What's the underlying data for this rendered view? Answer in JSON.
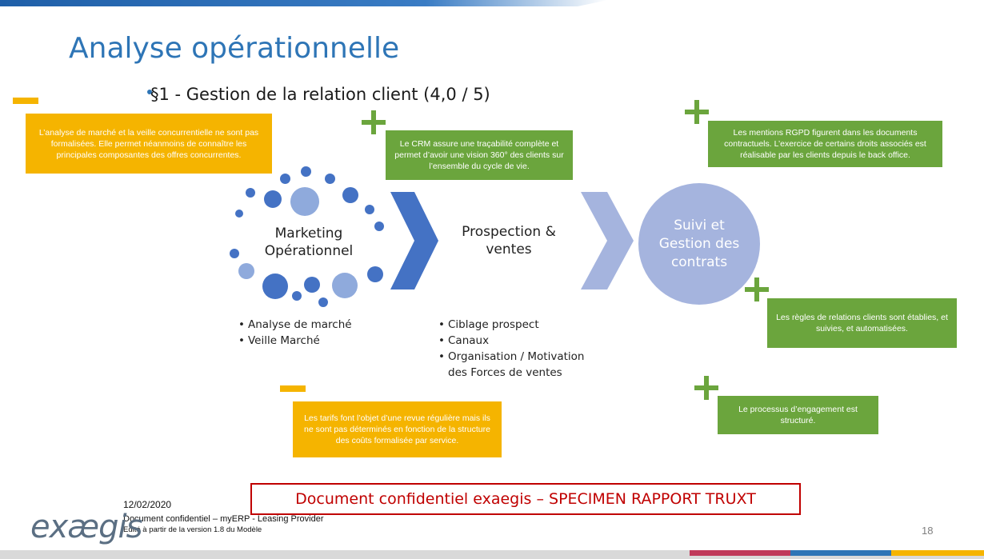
{
  "slide": {
    "title": "Analyse opérationnelle",
    "subtitle": "§1 - Gestion de la relation client (4,0 / 5)",
    "page_number": "18"
  },
  "stages": {
    "marketing": "Marketing Opérationnel",
    "prospection": "Prospection & ventes",
    "suivi": "Suivi et Gestion des contrats"
  },
  "lists": {
    "marketing": [
      "Analyse de marché",
      "Veille Marché"
    ],
    "prospection": [
      "Ciblage prospect",
      "Canaux",
      "Organisation / Motivation des Forces de ventes"
    ]
  },
  "callouts": {
    "negative": [
      "L’analyse de marché  et la veille concurrentielle  ne sont pas formalisées. Elle permet néanmoins de connaître les principales composantes des offres concurrentes.",
      "Les tarifs font l’objet d’une revue régulière mais ils ne sont pas déterminés en fonction de la structure des coûts formalisée par service."
    ],
    "positive": [
      "Le CRM  assure une traçabilité complète et permet d’avoir une vision 360° des clients sur l’ensemble du cycle de vie.",
      "Les mentions RGPD figurent dans les documents contractuels. L’exercice de certains droits associés est réalisable par les clients depuis le back office.",
      "Les règles de relations clients sont établies, et suivies, et automatisées.",
      "Le processus d’engagement est structuré."
    ]
  },
  "footer": {
    "confidential_banner": "Document confidentiel exaegis – SPECIMEN RAPPORT TRUXT",
    "date": "12/02/2020",
    "line1": "Document confidentiel – myERP - Leasing Provider",
    "line2": "Edité à partir de la version 1.8 du Modèle",
    "logo_text": "exægis"
  },
  "colors": {
    "title_blue": "#2e75b6",
    "yellow": "#f5b400",
    "green": "#6ba53d",
    "chevron_dark": "#4472c4",
    "chevron_light": "#a5b4de",
    "confidential_red": "#c00000"
  },
  "icons": {
    "negative_marker": "minus-icon",
    "positive_marker": "plus-icon"
  }
}
